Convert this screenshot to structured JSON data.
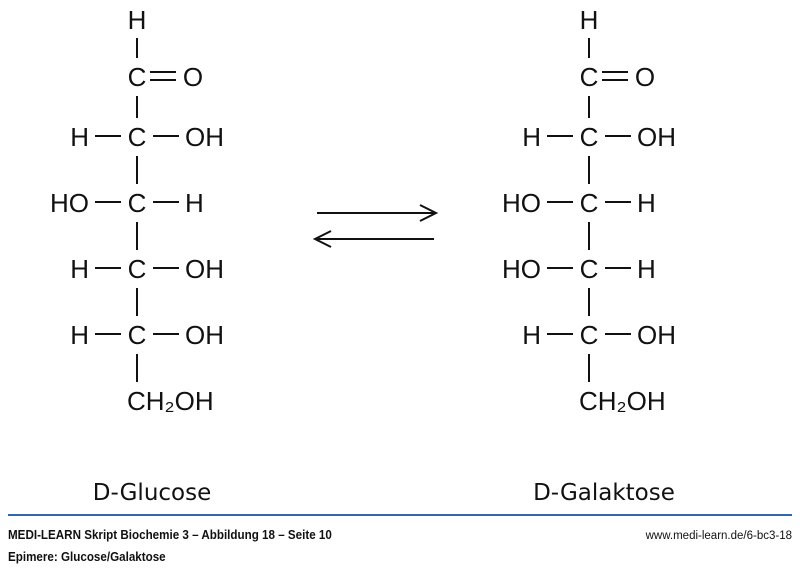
{
  "molecules": [
    {
      "name": "D-Glucose",
      "top": "H",
      "carbonyl": {
        "c": "C",
        "o": "O"
      },
      "rows": [
        {
          "left": "H",
          "center": "C",
          "right": "OH"
        },
        {
          "left": "HO",
          "center": "C",
          "right": "H"
        },
        {
          "left": "H",
          "center": "C",
          "right": "OH"
        },
        {
          "left": "H",
          "center": "C",
          "right": "OH"
        }
      ],
      "bottom": "CH₂OH"
    },
    {
      "name": "D-Galaktose",
      "top": "H",
      "carbonyl": {
        "c": "C",
        "o": "O"
      },
      "rows": [
        {
          "left": "H",
          "center": "C",
          "right": "OH"
        },
        {
          "left": "HO",
          "center": "C",
          "right": "H"
        },
        {
          "left": "HO",
          "center": "C",
          "right": "H"
        },
        {
          "left": "H",
          "center": "C",
          "right": "OH"
        }
      ],
      "bottom": "CH₂OH"
    }
  ],
  "footer": {
    "title": "MEDI-LEARN Skript Biochemie 3 – Abbildung 18 – Seite 10",
    "subtitle": "Epimere: Glucose/Galaktose",
    "url": "www.medi-learn.de/6-bc3-18",
    "rule_color": "#3465ad"
  }
}
